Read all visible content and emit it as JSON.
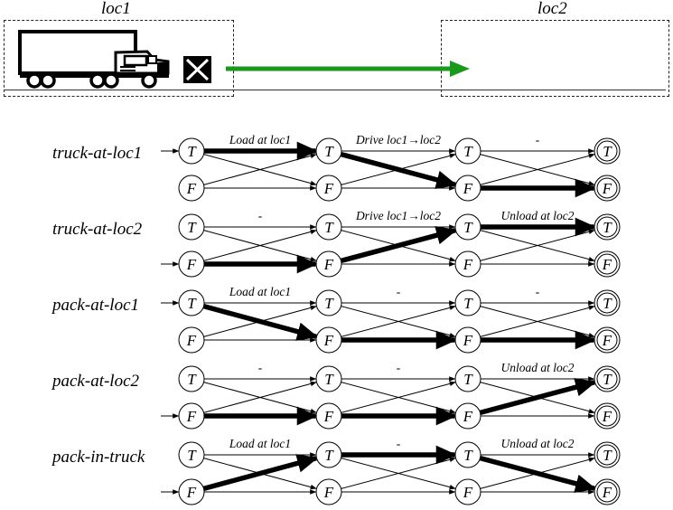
{
  "locations": {
    "loc1": "loc1",
    "loc2": "loc2"
  },
  "icons": {
    "truck": "truck-icon",
    "package": "package-icon",
    "move_arrow_color": "#1a9a1a"
  },
  "graph": {
    "state_values": [
      "T",
      "F"
    ],
    "rows": [
      {
        "label": "truck-at-loc1",
        "actions": [
          "Load at loc1",
          "Drive loc1→loc2",
          "-"
        ],
        "path": [
          "T",
          "T",
          "F",
          "F"
        ]
      },
      {
        "label": "truck-at-loc2",
        "actions": [
          "-",
          "Drive loc1→loc2",
          "Unload at loc2"
        ],
        "path": [
          "F",
          "F",
          "T",
          "T"
        ]
      },
      {
        "label": "pack-at-loc1",
        "actions": [
          "Load at loc1",
          "-",
          "-"
        ],
        "path": [
          "T",
          "F",
          "F",
          "F"
        ]
      },
      {
        "label": "pack-at-loc2",
        "actions": [
          "-",
          "-",
          "Unload at loc2"
        ],
        "path": [
          "F",
          "F",
          "F",
          "T"
        ]
      },
      {
        "label": "pack-in-truck",
        "actions": [
          "Load at loc1",
          "-",
          "Unload at loc2"
        ],
        "path": [
          "F",
          "T",
          "T",
          "F"
        ]
      }
    ]
  }
}
